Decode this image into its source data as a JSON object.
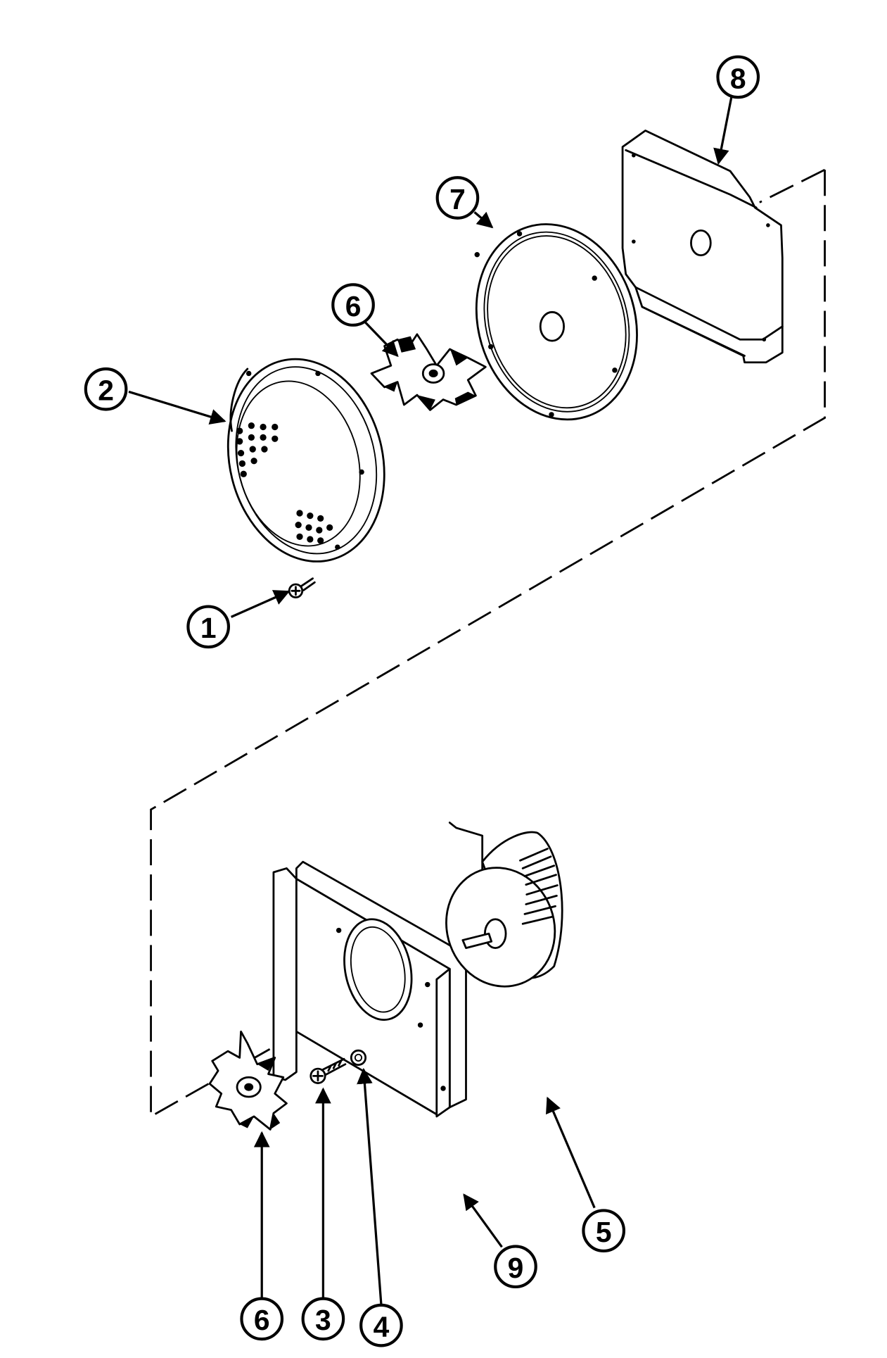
{
  "callouts": [
    {
      "id": "c8",
      "number": "8",
      "part": "rear-plate"
    },
    {
      "id": "c7",
      "number": "7",
      "part": "gasket-ring"
    },
    {
      "id": "c6a",
      "number": "6",
      "part": "fan-blade-upper"
    },
    {
      "id": "c2",
      "number": "2",
      "part": "fan-cover"
    },
    {
      "id": "c1",
      "number": "1",
      "part": "screw-upper"
    },
    {
      "id": "c5",
      "number": "5",
      "part": "motor"
    },
    {
      "id": "c9",
      "number": "9",
      "part": "motor-bracket"
    },
    {
      "id": "c6b",
      "number": "6",
      "part": "fan-blade-lower"
    },
    {
      "id": "c3",
      "number": "3",
      "part": "screw-lower"
    },
    {
      "id": "c4",
      "number": "4",
      "part": "nut"
    }
  ]
}
